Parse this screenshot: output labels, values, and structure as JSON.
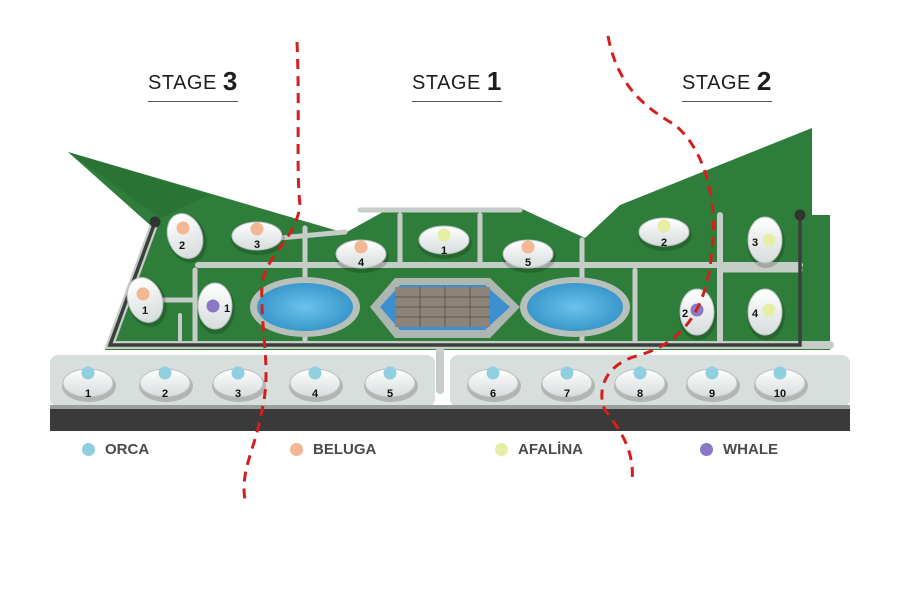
{
  "stages": [
    {
      "id": "stage-3",
      "word": "STAGE",
      "number": "3"
    },
    {
      "id": "stage-1",
      "word": "STAGE",
      "number": "1"
    },
    {
      "id": "stage-2",
      "word": "STAGE",
      "number": "2"
    }
  ],
  "legend": [
    {
      "label": "ORCA",
      "color": "#8fcfe0"
    },
    {
      "label": "BELUGA",
      "color": "#f2b894"
    },
    {
      "label": "AFALİNA",
      "color": "#e6eea6"
    },
    {
      "label": "WHALE",
      "color": "#8a78c4"
    }
  ],
  "colors": {
    "grass": "#2f7d3a",
    "grass_light": "#3f8f46",
    "path": "#c6ccc7",
    "road": "#3a3a3a",
    "pool": "#4aa8d8",
    "boundary": "#d41f1f",
    "villa": "#f3f5f5"
  },
  "villas": {
    "orca_numbers": [
      "1",
      "2",
      "3",
      "4",
      "5",
      "6",
      "7",
      "8",
      "9",
      "10"
    ],
    "beluga_numbers": [
      "2",
      "3",
      "1",
      "4",
      "5"
    ],
    "afalina_numbers": [
      "1",
      "2",
      "3",
      "4"
    ],
    "whale_numbers": [
      "1",
      "2"
    ]
  },
  "icons": [
    "central-building-icon",
    "pool-icon",
    "villa-icon"
  ]
}
